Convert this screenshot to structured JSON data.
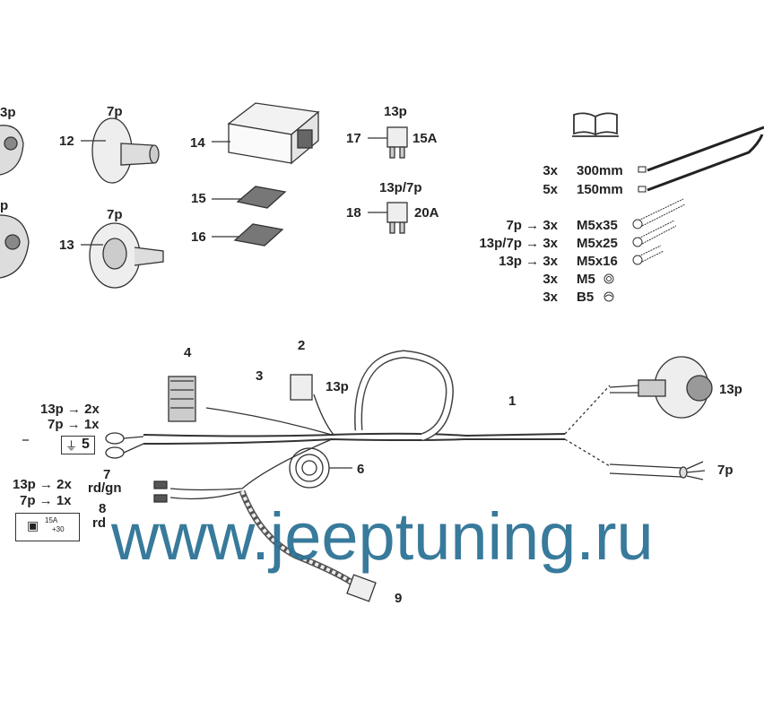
{
  "parts": {
    "p_top_left": "3p",
    "p_mid_left": "p",
    "socket12": {
      "num": "12",
      "type": "7p"
    },
    "socket13": {
      "num": "13",
      "type": "7p"
    },
    "module14": "14",
    "pad15": "15",
    "pad16": "16",
    "fuse17": {
      "num": "17",
      "type": "13p",
      "rating": "15A"
    },
    "fuse18": {
      "num": "18",
      "type": "13p/7p",
      "rating": "20A"
    }
  },
  "accessories": [
    {
      "qty": "3x",
      "prefix": "",
      "item": "300mm"
    },
    {
      "qty": "5x",
      "prefix": "",
      "item": "150mm"
    },
    {
      "qty": "3x",
      "prefix": "7p →",
      "item": "M5x35"
    },
    {
      "qty": "3x",
      "prefix": "13p/7p →",
      "item": "M5x25"
    },
    {
      "qty": "3x",
      "prefix": "13p →",
      "item": "M5x16"
    },
    {
      "qty": "3x",
      "prefix": "",
      "item": "M5"
    },
    {
      "qty": "3x",
      "prefix": "",
      "item": "B5"
    }
  ],
  "harness": {
    "n1": "1",
    "n2": "2",
    "n2_type": "13p",
    "n3": "3",
    "n4": "4",
    "n5": "5",
    "n5_a": "13p → 2x",
    "n5_b": "7p → 1x",
    "n6": "6",
    "n7": "7",
    "n7_color": "rd/gn",
    "n8": "8",
    "n8_color": "rd",
    "n78_a": "13p → 2x",
    "n78_b": "7p → 1x",
    "fuse_icon_label": "15A",
    "fuse_icon_term": "+30",
    "n9": "9",
    "end_13p": "13p",
    "end_7p": "7p"
  },
  "watermark": "www.jeeptuning.ru"
}
